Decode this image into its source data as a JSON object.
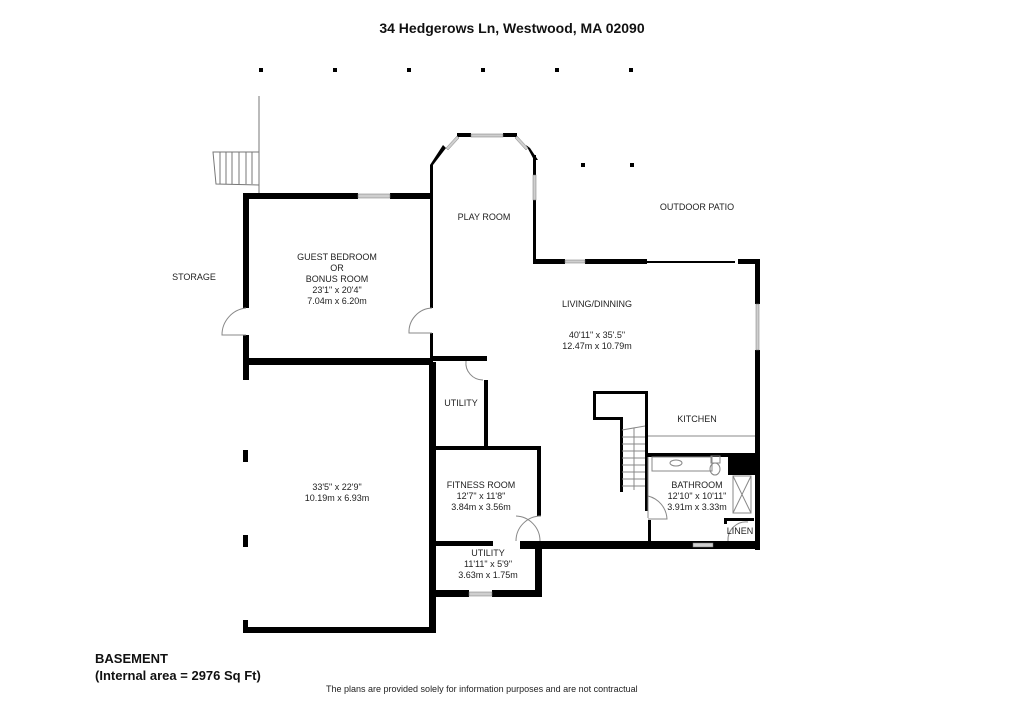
{
  "header": {
    "address": "34 Hedgerows Ln, Westwood, MA 02090"
  },
  "rooms": {
    "storage": {
      "name": "STORAGE"
    },
    "guest_bedroom": {
      "name_line1": "GUEST BEDROOM",
      "name_line2": "OR",
      "name_line3": "BONUS ROOM",
      "imperial": "23'1\" x 20'4\"",
      "metric": "7.04m x 6.20m"
    },
    "play_room": {
      "name": "PLAY ROOM"
    },
    "outdoor_patio": {
      "name": "OUTDOOR PATIO"
    },
    "living_dining": {
      "name": "LIVING/DINNING",
      "imperial": "40'11\" x 35'.5\"",
      "metric": "12.47m x 10.79m"
    },
    "utility_upper": {
      "name": "UTILITY"
    },
    "kitchen": {
      "name": "KITCHEN"
    },
    "garage_area": {
      "imperial": "33'5\" x 22'9\"",
      "metric": "10.19m x 6.93m"
    },
    "fitness_room": {
      "name": "FITNESS ROOM",
      "imperial": "12'7\" x 11'8\"",
      "metric": "3.84m x 3.56m"
    },
    "bathroom": {
      "name": "BATHROOM",
      "imperial": "12'10\" x 10'11\"",
      "metric": "3.91m x 3.33m"
    },
    "utility_lower": {
      "name": "UTILITY",
      "imperial": "11'11\" x 5'9\"",
      "metric": "3.63m x 1.75m"
    },
    "linen": {
      "name": "LINEN"
    }
  },
  "footer": {
    "floor_name": "BASEMENT",
    "area": "(Internal area = 2976 Sq Ft)",
    "disclaimer": "The plans are provided solely for information purposes and are not contractual"
  },
  "colors": {
    "wall": "#000000",
    "window": "#c8c8c8",
    "line": "#888888"
  }
}
